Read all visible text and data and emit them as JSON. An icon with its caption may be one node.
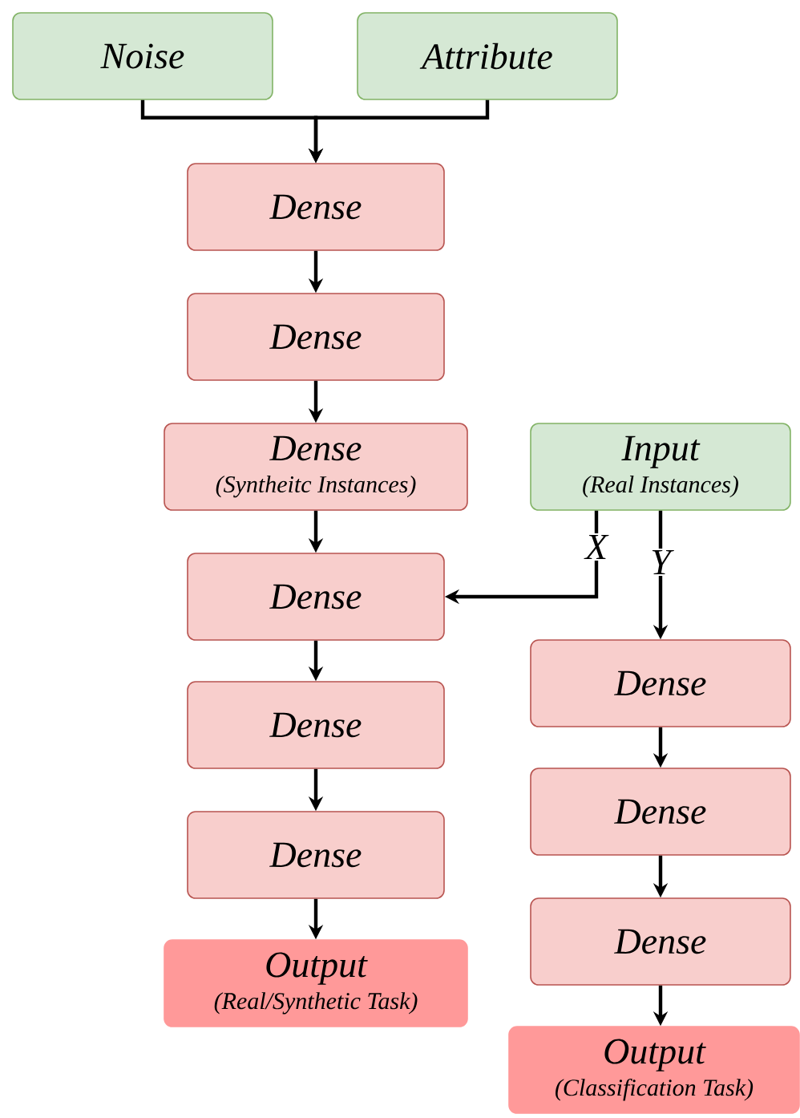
{
  "diagram": {
    "nodes": [
      {
        "text": [
          "Noise"
        ]
      },
      {
        "text": [
          "Attribute"
        ]
      },
      {
        "text": [
          "Dense"
        ]
      },
      {
        "text": [
          "Dense"
        ]
      },
      {
        "text": [
          "Dense",
          "(Syntheitc Instances)"
        ]
      },
      {
        "text": [
          "Input",
          "(Real Instances)"
        ]
      },
      {
        "text": [
          "Dense"
        ]
      },
      {
        "text": [
          "Dense"
        ]
      },
      {
        "text": [
          "Dense"
        ]
      },
      {
        "text": [
          "Output",
          "(Real/Synthetic Task)"
        ]
      },
      {
        "text": [
          "Dense"
        ]
      },
      {
        "text": [
          "Dense"
        ]
      },
      {
        "text": [
          "Dense"
        ]
      },
      {
        "text": [
          "Output",
          "(Classification Task)"
        ]
      }
    ],
    "edges": [
      {
        "from": 0,
        "to": 2,
        "arrow": "to"
      },
      {
        "from": 1,
        "to": 2,
        "arrow": "to"
      },
      {
        "from": 2,
        "to": 3,
        "arrow": "to"
      },
      {
        "from": 3,
        "to": 4,
        "arrow": "to"
      },
      {
        "from": 4,
        "to": 6,
        "arrow": "to"
      },
      {
        "from": 5,
        "to": 6,
        "arrow": "to",
        "label": "X"
      },
      {
        "from": 5,
        "to": 10,
        "arrow": "to",
        "label": "Y"
      },
      {
        "from": 6,
        "to": 7,
        "arrow": "to"
      },
      {
        "from": 7,
        "to": 8,
        "arrow": "to"
      },
      {
        "from": 8,
        "to": 9,
        "arrow": "to"
      },
      {
        "from": 10,
        "to": 11,
        "arrow": "to"
      },
      {
        "from": 11,
        "to": 12,
        "arrow": "to"
      },
      {
        "from": 12,
        "to": 13,
        "arrow": "to"
      }
    ]
  }
}
